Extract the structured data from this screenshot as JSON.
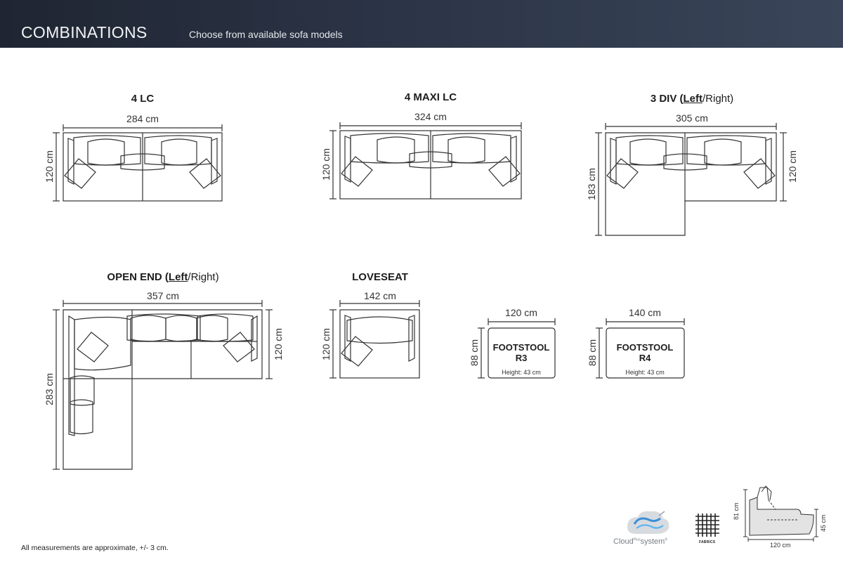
{
  "header": {
    "title": "COMBINATIONS",
    "subtitle": "Choose from available sofa models"
  },
  "models": {
    "lc4": {
      "title": "4 LC",
      "width": "284 cm",
      "depth": "120 cm"
    },
    "maxi": {
      "title": "4 MAXI LC",
      "width": "324 cm",
      "depth": "120 cm"
    },
    "div3": {
      "title_main": "3 DIV (",
      "title_left": "Left",
      "title_right": "/Right)",
      "width": "305 cm",
      "depth_left": "183 cm",
      "depth_right": "120 cm"
    },
    "openend": {
      "title_main": "OPEN END (",
      "title_left": "Left",
      "title_right": "/Right)",
      "width": "357 cm",
      "depth_left": "283 cm",
      "depth_right": "120 cm"
    },
    "loveseat": {
      "title": "LOVESEAT",
      "width": "142 cm",
      "depth": "120 cm"
    },
    "r3": {
      "name_line1": "FOOTSTOOL",
      "name_line2": "R3",
      "height": "Height: 43 cm",
      "width": "120 cm",
      "depth": "88 cm"
    },
    "r4": {
      "name_line1": "FOOTSTOOL",
      "name_line2": "R4",
      "height": "Height: 43 cm",
      "width": "140 cm",
      "depth": "88 cm"
    }
  },
  "footer": {
    "note": "All measurements are approximate, +/- 3 cm.",
    "cloud_brand": "Cloud",
    "cloud_plus": "Plus",
    "cloud_system": "system",
    "cloud_tm": "®",
    "fabrics_label": "FABRICS",
    "profile_height": "81 cm",
    "profile_seat": "45 cm",
    "profile_depth": "120 cm"
  }
}
